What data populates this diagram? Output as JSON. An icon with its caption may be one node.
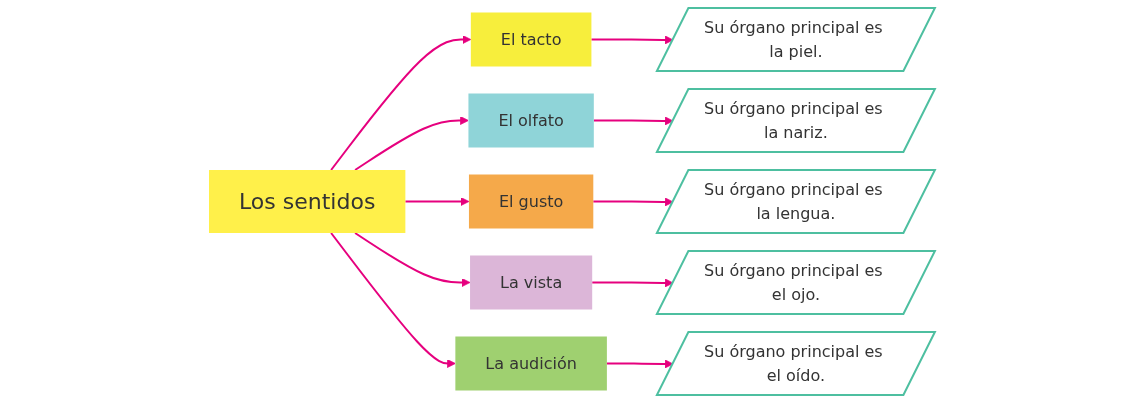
{
  "diagram": {
    "nodes": [
      {
        "text": [
          "Los sentidos"
        ]
      },
      {
        "text": [
          "El tacto"
        ]
      },
      {
        "text": [
          "El olfato"
        ]
      },
      {
        "text": [
          "El gusto"
        ]
      },
      {
        "text": [
          "La vista"
        ]
      },
      {
        "text": [
          "La audición"
        ]
      },
      {
        "text": [
          "Su órgano principal es la piel."
        ]
      },
      {
        "text": [
          "Su órgano principal es la nariz."
        ]
      },
      {
        "text": [
          "Su órgano principal es la lengua."
        ]
      },
      {
        "text": [
          "Su órgano principal es el ojo."
        ]
      },
      {
        "text": [
          "Su órgano principal es el oído."
        ]
      }
    ],
    "edges": [
      {
        "from": 0,
        "to": 1,
        "arrow": "to"
      },
      {
        "from": 0,
        "to": 2,
        "arrow": "to"
      },
      {
        "from": 0,
        "to": 3,
        "arrow": "to"
      },
      {
        "from": 0,
        "to": 4,
        "arrow": "to"
      },
      {
        "from": 0,
        "to": 5,
        "arrow": "to"
      },
      {
        "from": 1,
        "to": 6,
        "arrow": "to"
      },
      {
        "from": 2,
        "to": 7,
        "arrow": "to"
      },
      {
        "from": 3,
        "to": 8,
        "arrow": "to"
      },
      {
        "from": 4,
        "to": 9,
        "arrow": "to"
      },
      {
        "from": 5,
        "to": 10,
        "arrow": "to"
      }
    ]
  }
}
